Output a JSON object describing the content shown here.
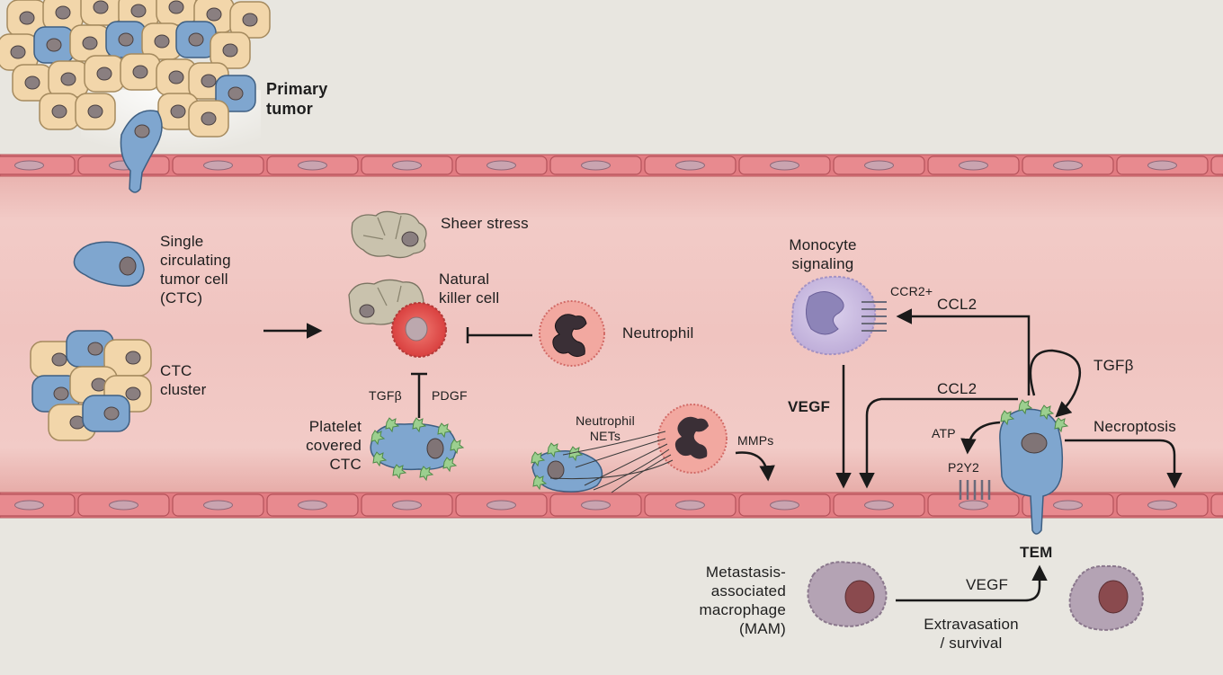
{
  "labels": {
    "primary_tumor": "Primary\ntumor",
    "single_ctc": "Single\ncirculating\ntumor cell\n(CTC)",
    "ctc_cluster": "CTC\ncluster",
    "sheer_stress": "Sheer stress",
    "natural_killer": "Natural\nkiller cell",
    "neutrophil": "Neutrophil",
    "tgfb_left": "TGFβ",
    "pdgf": "PDGF",
    "platelet_ctc": "Platelet\ncovered\nCTC",
    "neutrophil_nets": "Neutrophil\nNETs",
    "mmps": "MMPs",
    "monocyte_signaling": "Monocyte\nsignaling",
    "ccr2": "CCR2+",
    "ccl2_top": "CCL2",
    "ccl2_mid": "CCL2",
    "vegf_left": "VEGF",
    "tgfb_right": "TGFβ",
    "atp": "ATP",
    "p2y2": "P2Y2",
    "necroptosis": "Necroptosis",
    "tem": "TEM",
    "mam": "Metastasis-\nassociated\nmacrophage\n(MAM)",
    "vegf_bottom": "VEGF",
    "extravasation": "Extravasation\n/ survival"
  },
  "colors": {
    "background": "#e8e6e0",
    "vessel_lumen": "#f0c6c2",
    "endothelium": "#e27c82",
    "tumor_beige": "#f2d6aa",
    "tumor_blue": "#7fa6cf",
    "nk_cell": "#e0504e",
    "platelet": "#9ccf8f",
    "monocyte": "#cbbbe0",
    "macrophage": "#b4a3b4",
    "arrow": "#1a1a1a"
  }
}
